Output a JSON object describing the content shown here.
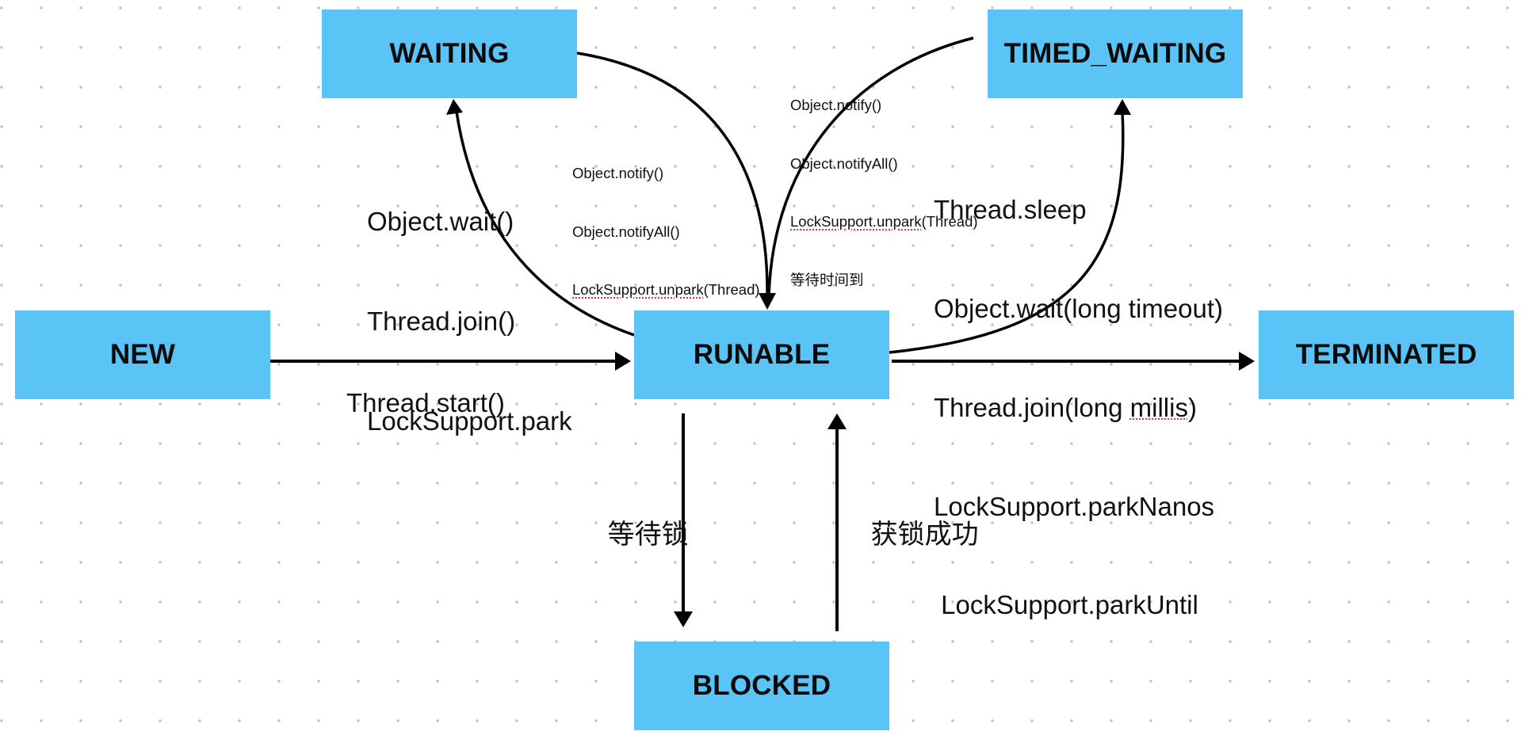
{
  "diagram": {
    "title": "Java Thread State Transitions",
    "colors": {
      "state_fill": "#5AC4F6",
      "arrow": "#000000",
      "spellcheck_underline": "#e8322b",
      "grid_dot": "#c6c6c6"
    },
    "states": {
      "new": "NEW",
      "runable": "RUNABLE",
      "waiting": "WAITING",
      "timed_waiting": "TIMED_WAITING",
      "terminated": "TERMINATED",
      "blocked": "BLOCKED"
    },
    "transitions": [
      {
        "from": "NEW",
        "to": "RUNABLE",
        "label": [
          "Thread.start()"
        ]
      },
      {
        "from": "RUNABLE",
        "to": "WAITING",
        "label": [
          "Object.wait()",
          "Thread.join()",
          "LockSupport.park"
        ]
      },
      {
        "from": "WAITING",
        "to": "RUNABLE",
        "label": [
          "Object.notify()",
          "Object.notifyAll()",
          "LockSupport.unpark(Thread)"
        ]
      },
      {
        "from": "TIMED_WAITING",
        "to": "RUNABLE",
        "label": [
          "Object.notify()",
          "Object.notifyAll()",
          "LockSupport.unpark(Thread)",
          "等待时间到"
        ]
      },
      {
        "from": "RUNABLE",
        "to": "TIMED_WAITING",
        "label": [
          "Thread.sleep",
          "Object.wait(long timeout)",
          "Thread.join(long millis)",
          "LockSupport.parkNanos",
          " LockSupport.parkUntil"
        ]
      },
      {
        "from": "RUNABLE",
        "to": "TERMINATED",
        "label": []
      },
      {
        "from": "RUNABLE",
        "to": "BLOCKED",
        "label": [
          "等待锁"
        ]
      },
      {
        "from": "BLOCKED",
        "to": "RUNABLE",
        "label": [
          "获锁成功"
        ]
      }
    ],
    "labels": {
      "start": "Thread.start()",
      "to_waiting": {
        "l1": "Object.wait()",
        "l2": "Thread.join()",
        "l3": "LockSupport.park"
      },
      "from_waiting": {
        "l1": "Object.notify()",
        "l2": "Object.notifyAll()",
        "l3a": "LockSupport.unpark",
        "l3b": "(Thread)"
      },
      "from_timed": {
        "l1": "Object.notify()",
        "l2": "Object.notifyAll()",
        "l3a": "LockSupport.unpark",
        "l3b": "(Thread)",
        "l4": "等待时间到"
      },
      "to_timed": {
        "l1": "Thread.sleep",
        "l2": "Object.wait(long timeout)",
        "l3a": "Thread.join(long ",
        "l3b": "millis",
        "l3c": ")",
        "l4": "LockSupport.parkNanos",
        "l5": " LockSupport.parkUntil"
      },
      "wait_lock": "等待锁",
      "got_lock": "获锁成功"
    }
  }
}
